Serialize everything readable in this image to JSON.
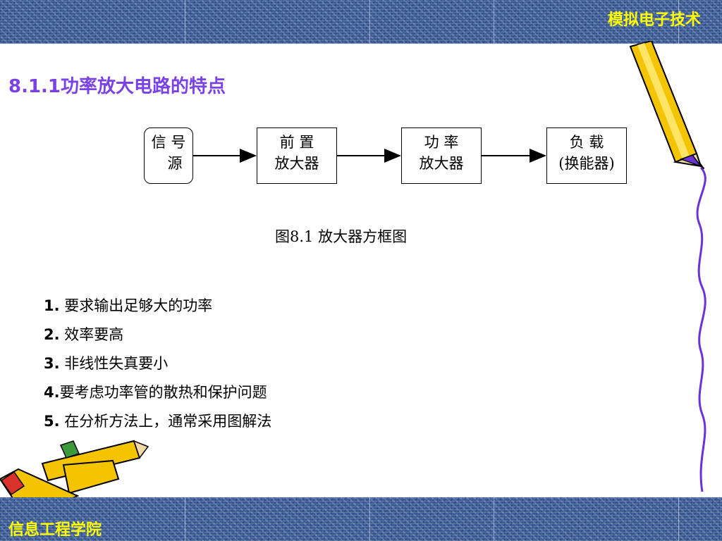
{
  "header": {
    "course_title": "模拟电子技术"
  },
  "footer": {
    "school": "信息工程学院"
  },
  "section": {
    "heading": "8.1.1功率放大电路的特点"
  },
  "diagram": {
    "blocks": [
      {
        "line1": "信  号",
        "line2": "源"
      },
      {
        "line1": "前  置",
        "line2": "放大器"
      },
      {
        "line1": "功  率",
        "line2": "放大器"
      },
      {
        "line1": "负  载",
        "line2": "(换能器)"
      }
    ],
    "caption": "图8.1  放大器方框图"
  },
  "points": [
    {
      "num": "1.",
      "text": " 要求输出足够大的功率"
    },
    {
      "num": "2.",
      "text": " 效率要高"
    },
    {
      "num": "3.",
      "text": " 非线性失真要小"
    },
    {
      "num": "4.",
      "text": "要考虑功率管的散热和保护问题"
    },
    {
      "num": "5.",
      "text": " 在分析方法上，通常采用图解法"
    }
  ],
  "colors": {
    "heading": "#7a42e6",
    "band": "#3f5f9a",
    "band_text": "#ffff00",
    "pencil_body": "#f5c400",
    "pencil_outline_right": "#6a32d8"
  }
}
